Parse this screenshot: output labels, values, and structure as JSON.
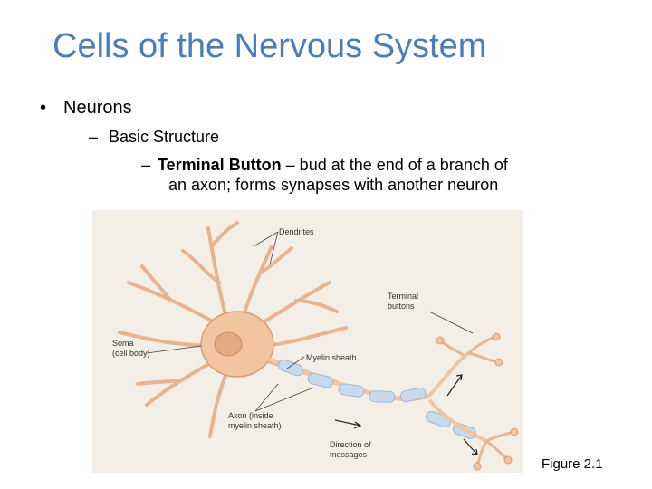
{
  "slide": {
    "title": "Cells of the Nervous System",
    "bullet1": "Neurons",
    "bullet2": "Basic Structure",
    "bullet3_term": "Terminal Button",
    "bullet3_rest": " – bud at the end of a branch of",
    "bullet3_cont": "an axon; forms synapses with another neuron",
    "bullet1_marker": "•",
    "dash": "–"
  },
  "figure": {
    "labels": {
      "dendrites": "Dendrites",
      "terminal1": "Terminal",
      "terminal2": "buttons",
      "soma1": "Soma",
      "soma2": "(cell body)",
      "myelin": "Myelin sheath",
      "axon1": "Axon (inside",
      "axon2": "myelin sheath)",
      "direction1": "Direction of",
      "direction2": "messages"
    },
    "caption": "Figure 2.1"
  },
  "colors": {
    "title": "#4a7ebb",
    "neuron": "#f2c4a0",
    "neuron_edge": "#d89b74",
    "myelin": "#c9d9ec",
    "figure_bg": "#f4efe6"
  }
}
